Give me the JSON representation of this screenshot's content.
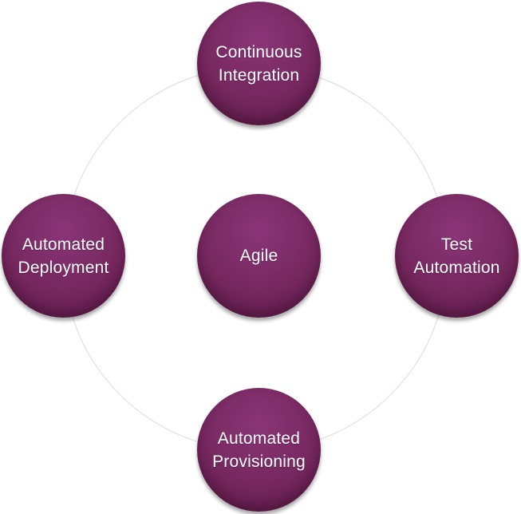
{
  "diagram": {
    "center": {
      "label": "Agile"
    },
    "nodes": {
      "top": "Continuous\nIntegration",
      "right": "Test\nAutomation",
      "bottom": "Automated\nProvisioning",
      "left": "Automated\nDeployment"
    }
  },
  "colors": {
    "node_fill": "#76285f",
    "ring": "#dcdcdc",
    "text": "#ffffff"
  }
}
